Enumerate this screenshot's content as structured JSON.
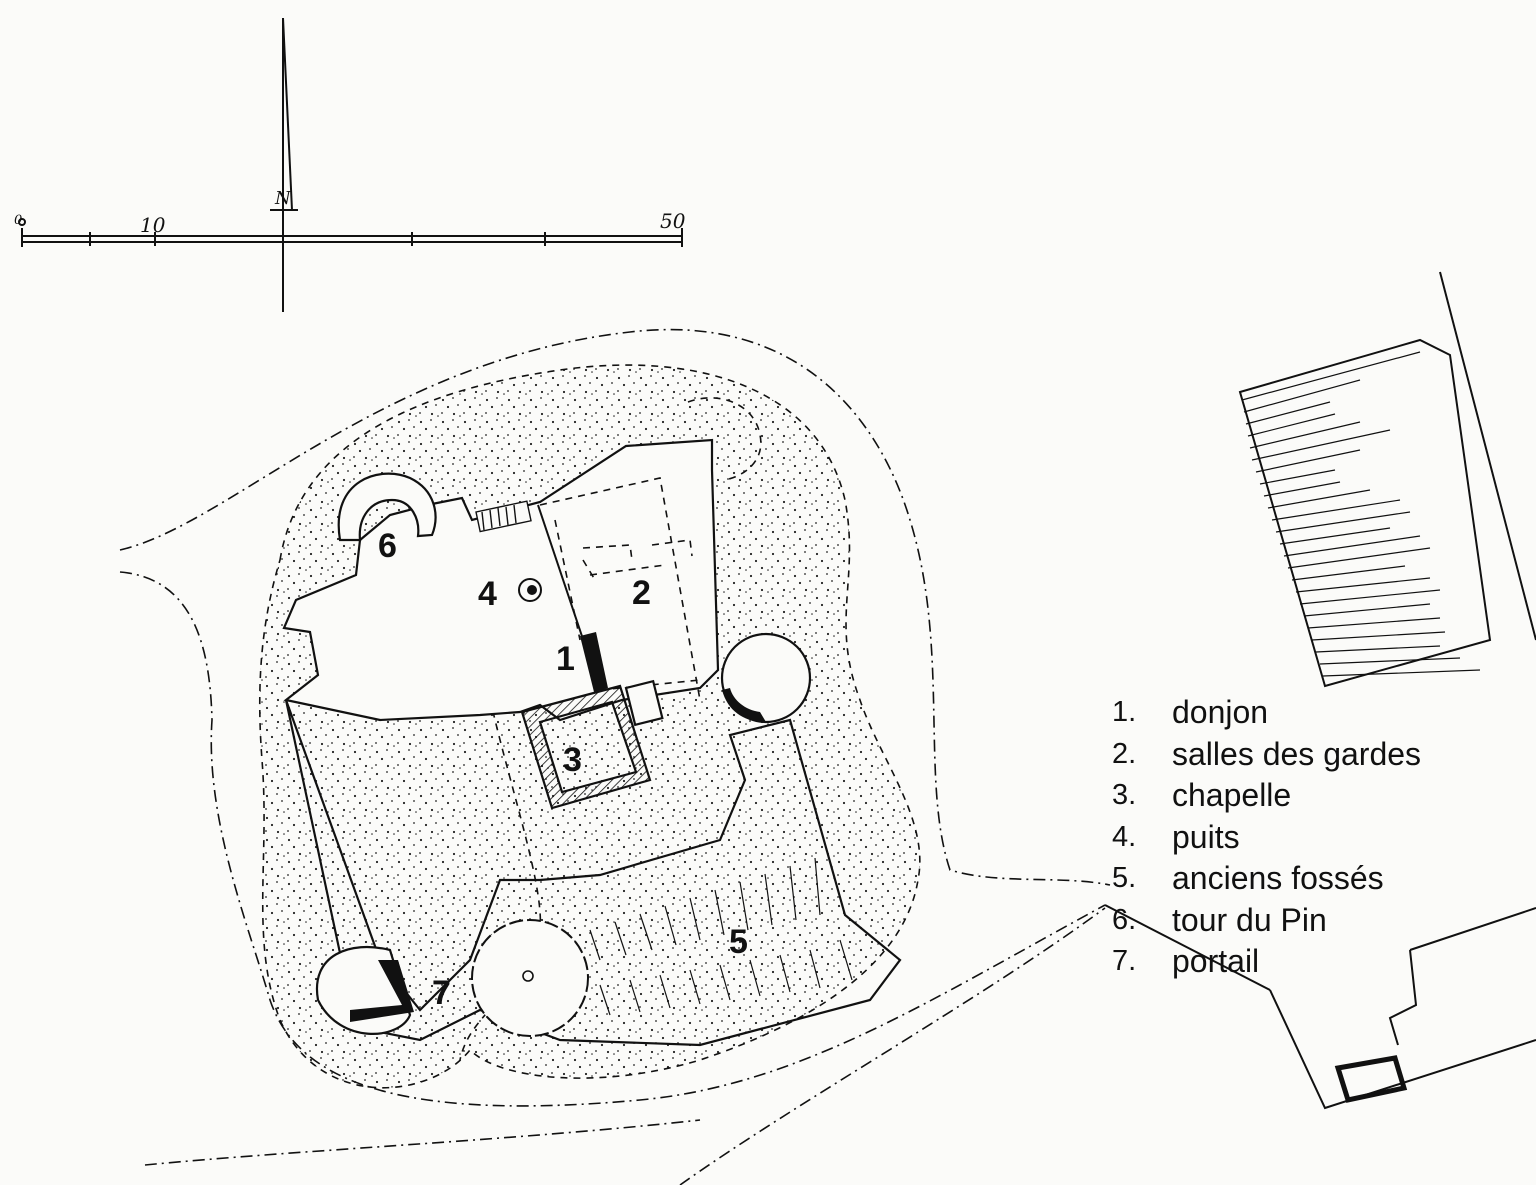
{
  "scale_bar": {
    "start_label": "0",
    "mid_label": "10",
    "end_label": "50"
  },
  "north_arrow": {
    "label": "N"
  },
  "plan_numbers": [
    "1",
    "2",
    "3",
    "4",
    "5",
    "6",
    "7"
  ],
  "legend": [
    {
      "num": "1.",
      "text": "donjon"
    },
    {
      "num": "2.",
      "text": "salles des gardes"
    },
    {
      "num": "3.",
      "text": "chapelle"
    },
    {
      "num": "4.",
      "text": "puits"
    },
    {
      "num": "5.",
      "text": "anciens fossés"
    },
    {
      "num": "6.",
      "text": "tour du Pin"
    },
    {
      "num": "7.",
      "text": "portail"
    }
  ],
  "colors": {
    "ink": "#111111",
    "paper": "#fbfbf9"
  },
  "icons": [
    "north-arrow-icon",
    "well-icon",
    "tree-icon"
  ]
}
